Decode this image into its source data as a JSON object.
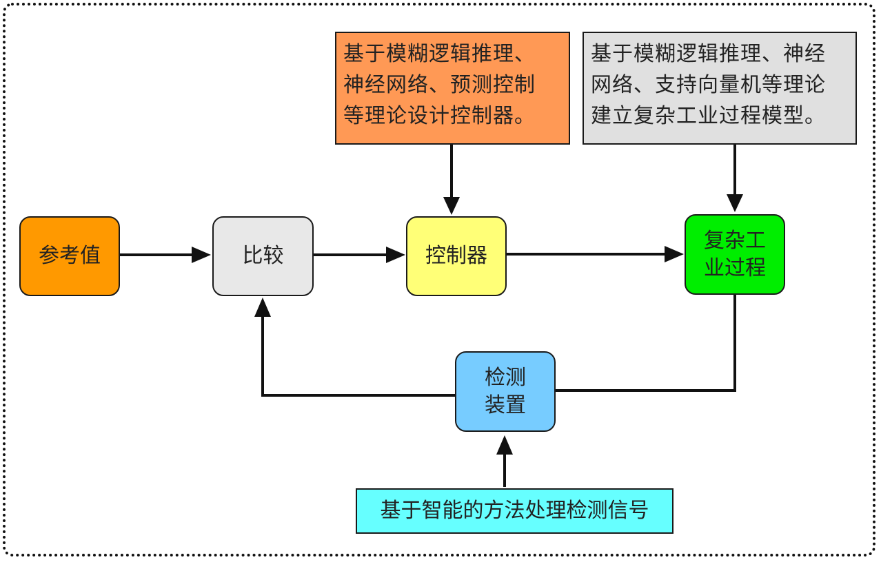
{
  "diagram": {
    "type": "control-loop-block-diagram",
    "nodes": {
      "reference": {
        "label": "参考值",
        "color": "#ff9900"
      },
      "compare": {
        "label": "比较",
        "color": "#e8e8e8"
      },
      "controller": {
        "label": "控制器",
        "color": "#ffff77"
      },
      "process": {
        "label": "复杂工业过程",
        "line1": "复杂工",
        "line2": "业过程",
        "color": "#00ee00"
      },
      "sensor": {
        "label": "检测装置",
        "line1": "检测",
        "line2": "装置",
        "color": "#77ccff"
      }
    },
    "notes": {
      "controller_design": {
        "line1": "基于模糊逻辑推理、",
        "line2": "神经网络、预测控制",
        "line3": "等理论设计控制器。",
        "color": "#ff9955"
      },
      "process_model": {
        "line1": "基于模糊逻辑推理、神经",
        "line2": "网络、支持向量机等理论",
        "line3": "建立复杂工业过程模型。",
        "color": "#e0e0e0"
      },
      "signal_processing": {
        "text": "基于智能的方法处理检测信号",
        "color": "#66ffff"
      }
    },
    "edges": [
      {
        "from": "reference",
        "to": "compare"
      },
      {
        "from": "compare",
        "to": "controller"
      },
      {
        "from": "controller",
        "to": "process"
      },
      {
        "from": "process",
        "to": "sensor"
      },
      {
        "from": "sensor",
        "to": "compare"
      },
      {
        "from": "controller_design",
        "to": "controller"
      },
      {
        "from": "process_model",
        "to": "process"
      },
      {
        "from": "signal_processing",
        "to": "sensor"
      }
    ]
  }
}
